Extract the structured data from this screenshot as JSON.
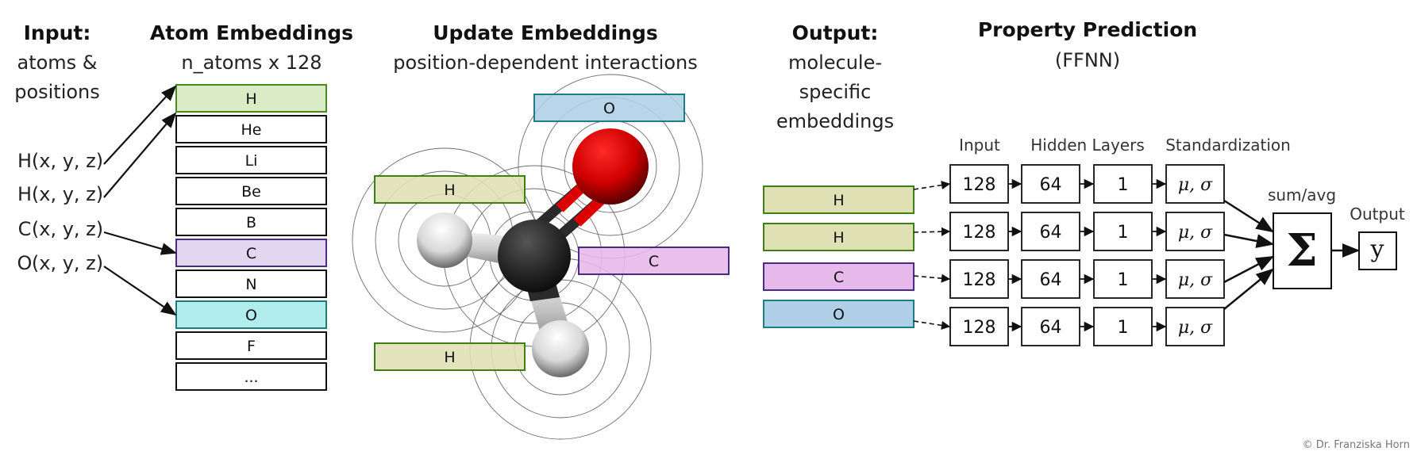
{
  "sections": {
    "input": {
      "title": "Input:",
      "subtitle_lines": [
        "atoms &",
        "positions"
      ]
    },
    "atom_embeddings": {
      "title": "Atom Embeddings",
      "subtitle": "n_atoms x 128"
    },
    "update": {
      "title": "Update Embeddings",
      "subtitle": "position-dependent interactions"
    },
    "output": {
      "title": "Output:",
      "subtitle_lines": [
        "molecule-",
        "specific",
        "embeddings"
      ]
    },
    "property": {
      "title": "Property Prediction",
      "subtitle": "(FFNN)"
    }
  },
  "input_atoms": [
    {
      "symbol": "H",
      "coords": "(x, y, z)",
      "target": "H"
    },
    {
      "symbol": "H",
      "coords": "(x, y, z)",
      "target": "H"
    },
    {
      "symbol": "C",
      "coords": "(x, y, z)",
      "target": "C"
    },
    {
      "symbol": "O",
      "coords": "(x, y, z)",
      "target": "O"
    }
  ],
  "embedding_table": [
    {
      "label": "H",
      "highlight": "H"
    },
    {
      "label": "He",
      "highlight": null
    },
    {
      "label": "Li",
      "highlight": null
    },
    {
      "label": "Be",
      "highlight": null
    },
    {
      "label": "B",
      "highlight": null
    },
    {
      "label": "C",
      "highlight": "C"
    },
    {
      "label": "N",
      "highlight": null
    },
    {
      "label": "O",
      "highlight": "O"
    },
    {
      "label": "F",
      "highlight": null
    },
    {
      "label": "...",
      "highlight": null
    }
  ],
  "table_colors": {
    "H": {
      "fill": "#d9ecc6",
      "stroke": "#4a8a1e"
    },
    "C": {
      "fill": "#e3d6f1",
      "stroke": "#4b2a86"
    },
    "O": {
      "fill": "#b2ecec",
      "stroke": "#1e7b7b"
    },
    "default": {
      "fill": "#ffffff",
      "stroke": "#111111"
    }
  },
  "molecule": {
    "atoms": [
      {
        "element": "O",
        "label": "O",
        "color": "#e00000"
      },
      {
        "element": "C",
        "label": "C",
        "color": "#2a2a2a"
      },
      {
        "element": "H",
        "label": "H",
        "color": "#f2f2f2"
      },
      {
        "element": "H",
        "label": "H",
        "color": "#f2f2f2"
      }
    ]
  },
  "atom_colors": {
    "H": {
      "fill": "#dfe0b4",
      "stroke": "#3f7f14"
    },
    "C": {
      "fill": "#e7b8ea",
      "stroke": "#4b2a86"
    },
    "O": {
      "fill": "#aecfe6",
      "stroke": "#1d7c84"
    }
  },
  "output_embeddings": [
    {
      "label": "H"
    },
    {
      "label": "H"
    },
    {
      "label": "C"
    },
    {
      "label": "O"
    }
  ],
  "ffnn": {
    "column_labels": {
      "input": "Input",
      "hidden": "Hidden Layers",
      "standardization": "Standardization"
    },
    "layers": [
      "128",
      "64",
      "1"
    ],
    "standardization": "μ, σ",
    "aggregate_label": "sum/avg",
    "aggregate_symbol": "Σ",
    "output_label": "Output",
    "output_symbol": "y"
  },
  "copyright": "© Dr. Franziska Horn"
}
